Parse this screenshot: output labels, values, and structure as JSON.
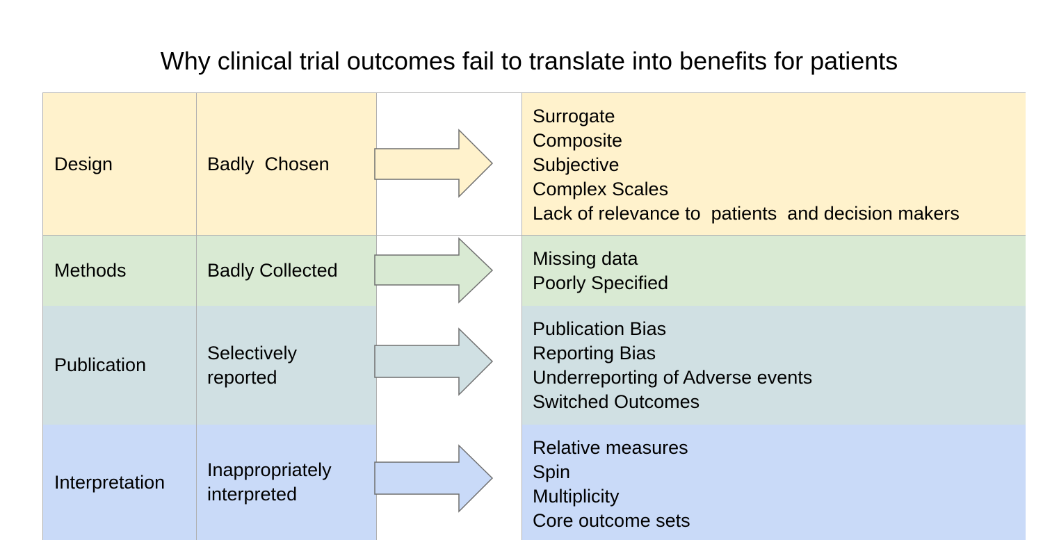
{
  "title": "Why clinical trial outcomes fail to translate into benefits for patients",
  "colors": {
    "design": "#fff2cc",
    "methods": "#d9ead3",
    "publication": "#d0e0e3",
    "interpretation": "#c9daf8",
    "border": "#b0b0b0"
  },
  "rows": [
    {
      "stage": "Design",
      "problem": [
        "Badly  Chosen"
      ],
      "arrow_icon": "right-arrow-icon",
      "issues": [
        "Surrogate",
        "Composite",
        "Subjective",
        "Complex Scales",
        "Lack of relevance to  patients  and decision makers"
      ]
    },
    {
      "stage": "Methods",
      "problem": [
        "Badly Collected"
      ],
      "arrow_icon": "right-arrow-icon",
      "issues": [
        "Missing data",
        "Poorly Specified"
      ]
    },
    {
      "stage": "Publication",
      "problem": [
        "Selectively",
        "reported"
      ],
      "arrow_icon": "right-arrow-icon",
      "issues": [
        "Publication Bias",
        "Reporting Bias",
        "Underreporting of Adverse events",
        "Switched Outcomes"
      ]
    },
    {
      "stage": "Interpretation",
      "problem": [
        "Inappropriately",
        "interpreted"
      ],
      "arrow_icon": "right-arrow-icon",
      "issues": [
        "Relative measures",
        "Spin",
        "Multiplicity",
        "Core outcome sets"
      ]
    }
  ]
}
